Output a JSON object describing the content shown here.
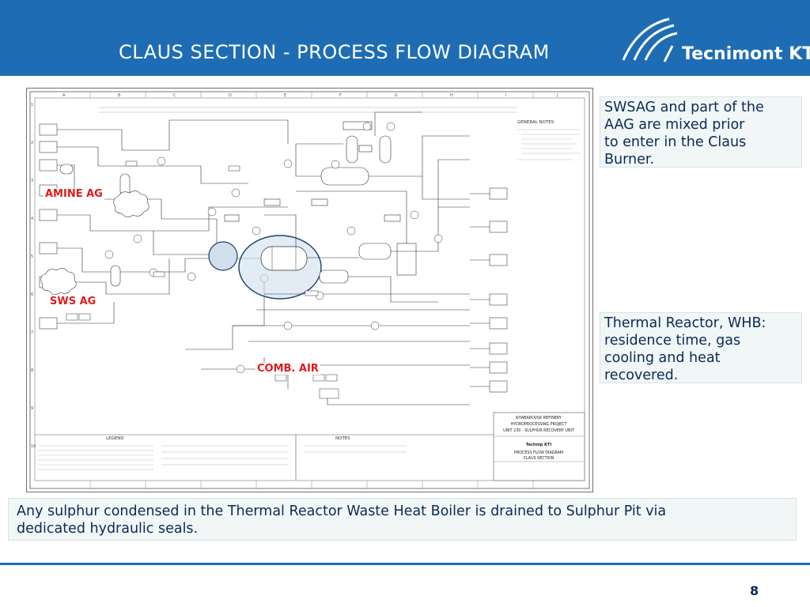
{
  "header": {
    "title": "CLAUS SECTION - PROCESS FLOW DIAGRAM",
    "logo_text": "Tecnimont KT"
  },
  "diagram": {
    "labels": {
      "amine_ag": "AMINE AG",
      "sws_ag": "SWS AG",
      "comb_air": "COMB. AIR"
    },
    "title_block": {
      "refinery": "KHABAROVSK REFINERY",
      "project": "HYDROPROCESSING PROJECT",
      "unit": "UNIT 230 - SULPHUR RECOVERY UNIT",
      "drawing": "PROCESS FLOW DIAGRAM",
      "section": "CLAUS SECTION",
      "company": "Technip KTI"
    },
    "legend_title": "LEGEND",
    "notes_title": "NOTES",
    "general_notes_title": "GENERAL NOTES",
    "grid_letters": [
      "A",
      "B",
      "C",
      "D",
      "E",
      "F",
      "G",
      "H",
      "I",
      "J"
    ],
    "grid_numbers": [
      "1",
      "2",
      "3",
      "4",
      "5",
      "6",
      "7",
      "8",
      "9",
      "10"
    ]
  },
  "callouts": {
    "right_top": [
      "SWSAG and part of the",
      "AAG are mixed prior",
      "to enter in the Claus",
      "Burner."
    ],
    "right_middle": [
      "Thermal Reactor, WHB:",
      "residence time, gas",
      "cooling and heat",
      "recovered."
    ],
    "bottom": [
      "Any sulphur condensed in the Thermal Reactor Waste Heat Boiler is drained to Sulphur Pit via",
      "dedicated hydraulic seals."
    ]
  },
  "footer": {
    "page_number": "8"
  },
  "colors": {
    "brand_blue": "#1e6db4",
    "callout_text": "#0a2a56",
    "callout_bg": "#f1f6f6",
    "label_red": "#e01b1b",
    "highlight_fill": "#cfe0ec"
  }
}
